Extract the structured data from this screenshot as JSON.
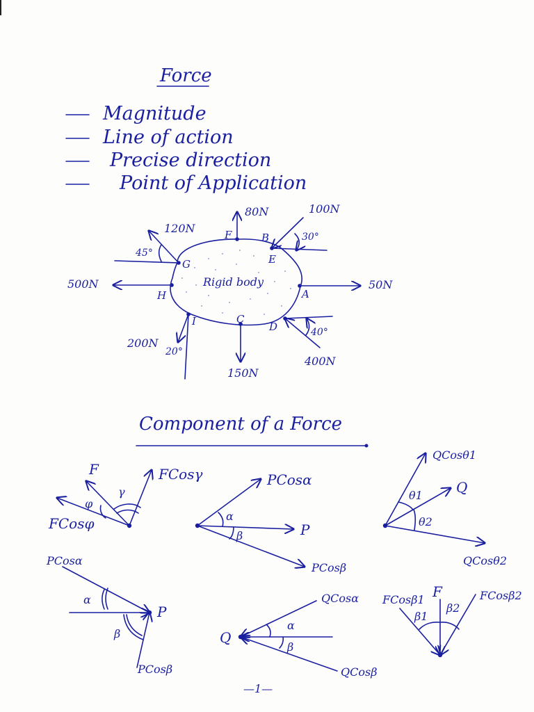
{
  "title": "Force",
  "properties": [
    "Magnitude",
    "Line of action",
    "Precise direction",
    "Point of Application"
  ],
  "rigid_body": {
    "label": "Rigid body",
    "points": [
      "F",
      "B",
      "E",
      "G",
      "H",
      "A",
      "I",
      "C",
      "D"
    ],
    "forces": [
      "80N",
      "100N",
      "120N",
      "500N",
      "50N",
      "200N",
      "150N",
      "400N"
    ],
    "angles": [
      "30°",
      "45°",
      "40°",
      "20°"
    ]
  },
  "section2_title": "Component of a Force",
  "components": {
    "fig1": {
      "F": "F",
      "FCosGamma": "FCosγ",
      "FCosPhi": "FCosφ",
      "phi": "φ",
      "gamma": "γ"
    },
    "fig2": {
      "PCosAlpha": "PCosα",
      "P": "P",
      "PCosBeta": "PCosβ",
      "alpha": "α",
      "beta": "β"
    },
    "fig3": {
      "QCosTheta1": "QCosθ1",
      "Q": "Q",
      "QCosTheta2": "QCosθ2",
      "theta1": "θ1",
      "theta2": "θ2"
    },
    "fig4": {
      "PCosAlpha": "PCosα",
      "P": "P",
      "PCosBeta": "PCosβ",
      "alpha": "α",
      "beta": "β"
    },
    "fig5": {
      "QCosAlpha": "QCosα",
      "Q": "Q",
      "QCosBeta": "QCosβ",
      "alpha": "α",
      "beta": "β"
    },
    "fig6": {
      "F": "F",
      "FCosBeta1": "FCosβ1",
      "FCosBeta2": "FCosβ2",
      "beta1": "β1",
      "beta2": "β2"
    }
  },
  "page_number": "—1—"
}
